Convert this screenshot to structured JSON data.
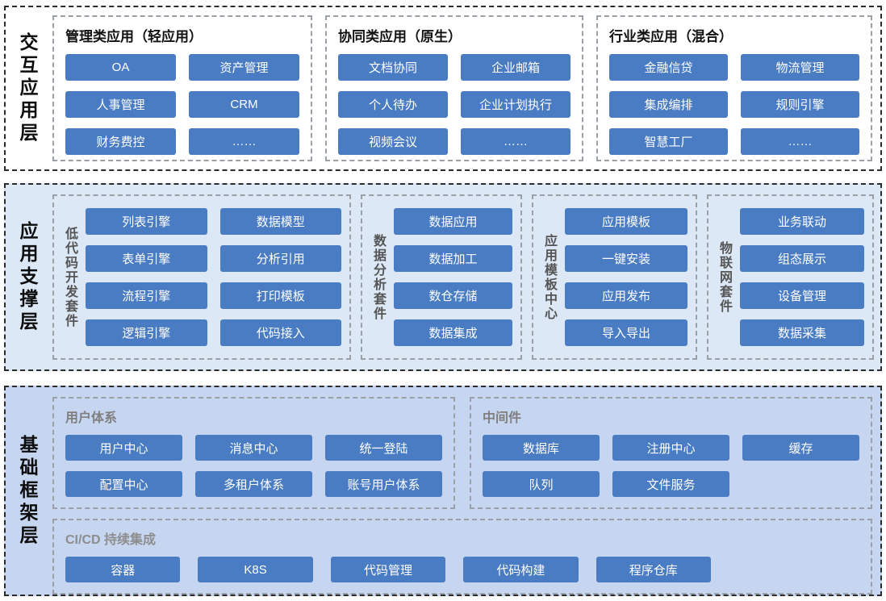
{
  "colors": {
    "button": "#4a7cc4",
    "button_text": "#ffffff",
    "layer1_bg": "#ffffff",
    "layer2_bg": "#dce8f6",
    "layer3_bg": "#c7d6f0"
  },
  "layers": [
    {
      "id": "interaction",
      "label": "交互应用层",
      "groups": [
        {
          "title": "管理类应用（轻应用）",
          "items": [
            "OA",
            "资产管理",
            "人事管理",
            "CRM",
            "财务费控",
            "……"
          ]
        },
        {
          "title": "协同类应用（原生）",
          "items": [
            "文档协同",
            "企业邮箱",
            "个人待办",
            "企业计划执行",
            "视频会议",
            "……"
          ]
        },
        {
          "title": "行业类应用（混合）",
          "items": [
            "金融信贷",
            "物流管理",
            "集成编排",
            "规则引擎",
            "智慧工厂",
            "……"
          ]
        }
      ]
    },
    {
      "id": "support",
      "label": "应用支撑层",
      "groups": [
        {
          "title": "低代码开发套件",
          "items": [
            "列表引擎",
            "数据模型",
            "表单引擎",
            "分析引用",
            "流程引擎",
            "打印模板",
            "逻辑引擎",
            "代码接入"
          ]
        },
        {
          "title": "数据分析套件",
          "items": [
            "数据应用",
            "数据加工",
            "数仓存储",
            "数据集成"
          ]
        },
        {
          "title": "应用模板中心",
          "items": [
            "应用模板",
            "一键安装",
            "应用发布",
            "导入导出"
          ]
        },
        {
          "title": "物联网套件",
          "items": [
            "业务联动",
            "组态展示",
            "设备管理",
            "数据采集"
          ]
        }
      ]
    },
    {
      "id": "foundation",
      "label": "基础框架层",
      "groups": [
        {
          "title": "用户体系",
          "items": [
            "用户中心",
            "消息中心",
            "统一登陆",
            "配置中心",
            "多租户体系",
            "账号用户体系"
          ]
        },
        {
          "title": "中间件",
          "items": [
            "数据库",
            "注册中心",
            "缓存",
            "队列",
            "文件服务"
          ]
        },
        {
          "title": "CI/CD 持续集成",
          "items": [
            "容器",
            "K8S",
            "代码管理",
            "代码构建",
            "程序仓库"
          ]
        }
      ]
    }
  ]
}
